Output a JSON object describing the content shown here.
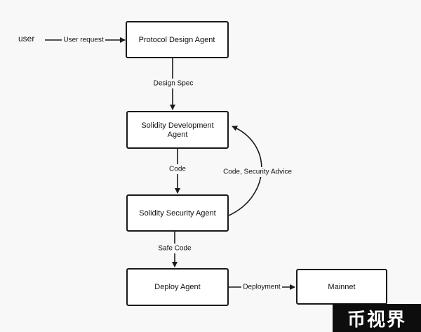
{
  "source_label": "user",
  "nodes": {
    "protocol_design": [
      "Protocol Design Agent"
    ],
    "solidity_development": [
      "Solidity Development",
      "Agent"
    ],
    "solidity_security": [
      "Solidity Security Agent"
    ],
    "deploy": [
      "Deploy Agent"
    ],
    "mainnet": [
      "Mainnet"
    ]
  },
  "edges": {
    "user_request": "User request",
    "design_spec": "Design Spec",
    "code": "Code",
    "code_security_advice": "Code, Security Advice",
    "safe_code": "Safe Code",
    "deployment": "Deployment"
  },
  "watermark": "币视界"
}
